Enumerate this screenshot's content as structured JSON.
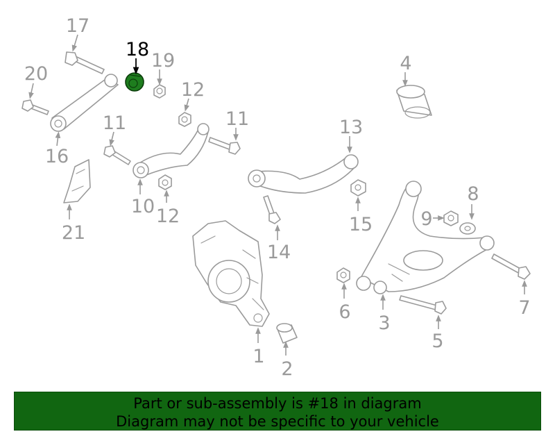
{
  "diagram": {
    "highlighted_part": "18",
    "highlight_color": "#1e7d1e",
    "callouts": [
      "1",
      "2",
      "3",
      "4",
      "5",
      "6",
      "7",
      "8",
      "9",
      "10",
      "11",
      "11",
      "12",
      "12",
      "13",
      "14",
      "15",
      "16",
      "17",
      "18",
      "19",
      "20",
      "21"
    ]
  },
  "footer": {
    "line1": "Part or sub-assembly is #18 in diagram",
    "line2": "Diagram may not be specific to your vehicle",
    "background": "#116611"
  }
}
